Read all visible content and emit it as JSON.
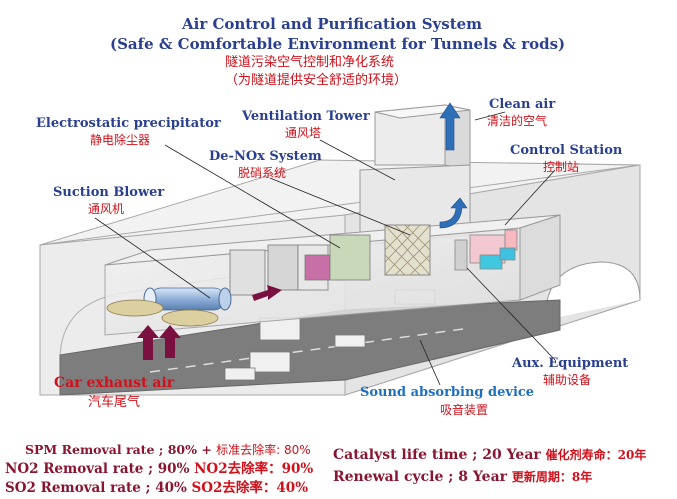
{
  "header": {
    "title_en": "Air Control and Purification System",
    "subtitle_en": "(Safe & Comfortable Environment for Tunnels & rods)",
    "title_cn": "隧道污染空气控制和净化系统",
    "subtitle_cn": "（为隧道提供安全舒适的环境）"
  },
  "labels": {
    "esp_en": "Electrostatic precipitator",
    "esp_cn": "静电除尘器",
    "vent_en": "Ventilation Tower",
    "vent_cn": "通风塔",
    "clean_en": "Clean air",
    "clean_cn": "清洁的空气",
    "denox_en": "De-NOx  System",
    "denox_cn": "脱硝系统",
    "control_en": "Control Station",
    "control_cn": "控制站",
    "blower_en": "Suction Blower",
    "blower_cn": "通风机",
    "aux_en": "Aux. Equipment",
    "aux_cn": "辅助设备",
    "exhaust_en": "Car exhaust air",
    "exhaust_cn": "汽车尾气",
    "sound_en": "Sound absorbing device",
    "sound_cn": "吸音装置"
  },
  "stats": {
    "spm_en": "SPM  Removal rate ; 80% + ",
    "spm_cn": "标准去除率:  80%",
    "no2_en": "NO2  Removal rate ; 90% ",
    "no2_cn": "NO2去除率：90%",
    "so2_en": "SO2  Removal rate ; 40% ",
    "so2_cn": "SO2去除率：40%",
    "catalyst_en": "Catalyst life time ; 20 Year ",
    "catalyst_cn": "催化剂寿命：20年",
    "renewal_en": "Renewal cycle ; 8 Year ",
    "renewal_cn": "更新周期：8年"
  },
  "colors": {
    "navy": "#2a3f8f",
    "red": "#d0101a",
    "maroon_arrow": "#7a1040",
    "blue_arrow": "#2f6fb8"
  }
}
